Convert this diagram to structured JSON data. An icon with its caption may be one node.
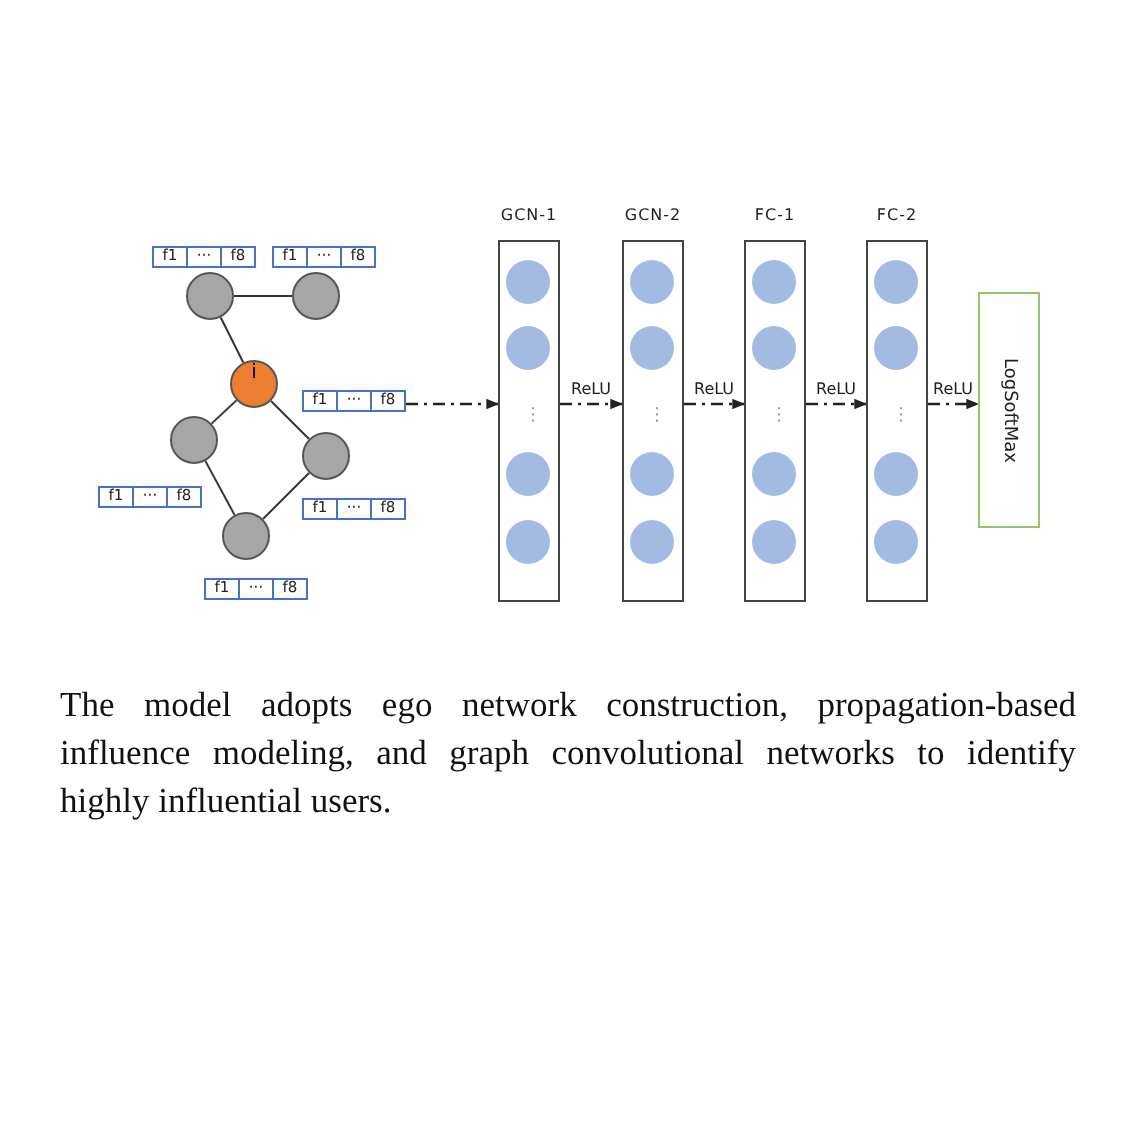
{
  "diagram": {
    "caption": "The model adopts ego network construction, propagation-based influence modeling, and graph convolutional networks to identify highly influential users.",
    "nodes": [
      {
        "text": [],
        "shape": "circle"
      },
      {
        "text": [],
        "shape": "circle"
      },
      {
        "text": [
          "i"
        ]
      },
      {
        "text": [],
        "shape": "circle"
      },
      {
        "text": [],
        "shape": "circle"
      },
      {
        "text": [],
        "shape": "circle"
      },
      {
        "text": [
          "f1",
          "···",
          "f8"
        ]
      },
      {
        "text": [
          "f1",
          "···",
          "f8"
        ]
      },
      {
        "text": [
          "f1",
          "···",
          "f8"
        ]
      },
      {
        "text": [
          "f1",
          "···",
          "f8"
        ]
      },
      {
        "text": [
          "f1",
          "···",
          "f8"
        ]
      },
      {
        "text": [
          "f1",
          "···",
          "f8"
        ]
      },
      {
        "text": [
          "GCN-1"
        ]
      },
      {
        "text": [],
        "shape": "circle",
        "in": 12
      },
      {
        "text": [],
        "shape": "circle",
        "in": 12
      },
      {
        "text": [],
        "shape": "circle",
        "in": 12
      },
      {
        "text": [],
        "shape": "circle",
        "in": 12
      },
      {
        "text": [
          "GCN-2"
        ]
      },
      {
        "text": [],
        "shape": "circle",
        "in": 17
      },
      {
        "text": [],
        "shape": "circle",
        "in": 17
      },
      {
        "text": [],
        "shape": "circle",
        "in": 17
      },
      {
        "text": [],
        "shape": "circle",
        "in": 17
      },
      {
        "text": [
          "FC-1"
        ]
      },
      {
        "text": [],
        "shape": "circle",
        "in": 22
      },
      {
        "text": [],
        "shape": "circle",
        "in": 22
      },
      {
        "text": [],
        "shape": "circle",
        "in": 22
      },
      {
        "text": [],
        "shape": "circle",
        "in": 22
      },
      {
        "text": [
          "FC-2"
        ]
      },
      {
        "text": [],
        "shape": "circle",
        "in": 27
      },
      {
        "text": [],
        "shape": "circle",
        "in": 27
      },
      {
        "text": [],
        "shape": "circle",
        "in": 27
      },
      {
        "text": [],
        "shape": "circle",
        "in": 27
      },
      {
        "text": [
          "LogSoftMax"
        ]
      }
    ],
    "edges": [
      {
        "from": 0,
        "to": 1,
        "arrow": "none"
      },
      {
        "from": 0,
        "to": 2,
        "arrow": "none"
      },
      {
        "from": 2,
        "to": 3,
        "arrow": "none"
      },
      {
        "from": 2,
        "to": 4,
        "arrow": "none"
      },
      {
        "from": 3,
        "to": 5,
        "arrow": "none"
      },
      {
        "from": 4,
        "to": 5,
        "arrow": "none"
      },
      {
        "from": 8,
        "to": 12,
        "arrow": "to",
        "style": "dashed"
      },
      {
        "from": 12,
        "to": 17,
        "arrow": "to",
        "style": "dashed",
        "label": "ReLU"
      },
      {
        "from": 17,
        "to": 22,
        "arrow": "to",
        "style": "dashed",
        "label": "ReLU"
      },
      {
        "from": 22,
        "to": 27,
        "arrow": "to",
        "style": "dashed",
        "label": "ReLU"
      },
      {
        "from": 27,
        "to": 32,
        "arrow": "to",
        "style": "dashed",
        "label": "ReLU"
      }
    ],
    "labels": [
      "⋮",
      "⋮",
      "⋮",
      "⋮"
    ]
  }
}
